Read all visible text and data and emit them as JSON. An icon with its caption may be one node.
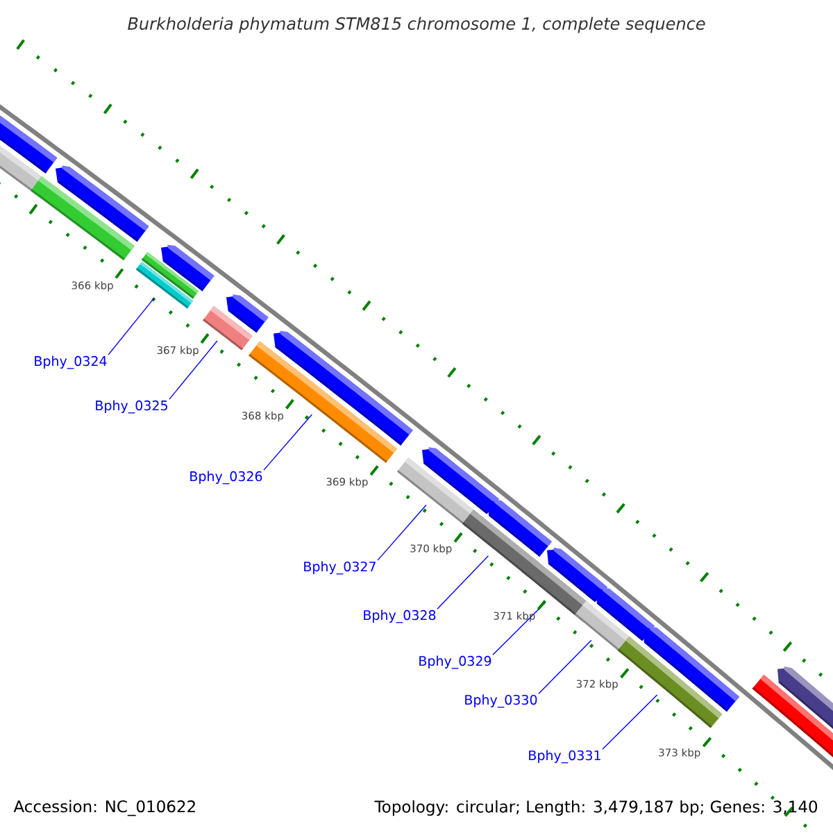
{
  "diagram": {
    "title": "Burkholderia phymatum STM815 chromosome 1, complete sequence",
    "nodes": [
      {
        "text": [
          "Bphy_0324"
        ]
      },
      {
        "text": [
          "Bphy_0325"
        ]
      },
      {
        "text": [
          "Bphy_0326"
        ]
      },
      {
        "text": [
          "Bphy_0327"
        ]
      },
      {
        "text": [
          "Bphy_0328"
        ]
      },
      {
        "text": [
          "Bphy_0329"
        ]
      },
      {
        "text": [
          "Bphy_0330"
        ]
      },
      {
        "text": [
          "Bphy_0331"
        ]
      },
      {
        "text": [],
        "shape": "bar"
      },
      {
        "text": [],
        "shape": "bar"
      },
      {
        "text": [],
        "shape": "bar"
      },
      {
        "text": [],
        "shape": "bar"
      },
      {
        "text": [],
        "shape": "bar"
      },
      {
        "text": [],
        "shape": "bar"
      },
      {
        "text": [],
        "shape": "bar"
      },
      {
        "text": [],
        "shape": "bar"
      }
    ],
    "edges": [
      {
        "from": 0,
        "to": 8,
        "arrow": "none"
      },
      {
        "from": 1,
        "to": 9,
        "arrow": "none"
      },
      {
        "from": 2,
        "to": 10,
        "arrow": "none"
      },
      {
        "from": 3,
        "to": 11,
        "arrow": "none"
      },
      {
        "from": 4,
        "to": 12,
        "arrow": "none"
      },
      {
        "from": 5,
        "to": 13,
        "arrow": "none"
      },
      {
        "from": 6,
        "to": 14,
        "arrow": "none"
      },
      {
        "from": 7,
        "to": 15,
        "arrow": "none"
      }
    ],
    "labels": [
      "366 kbp",
      "367 kbp",
      "368 kbp",
      "369 kbp",
      "370 kbp",
      "371 kbp",
      "372 kbp",
      "373 kbp",
      "Accession: NC_010622",
      "Topology: circular; Length: 3,479,187 bp; Genes: 3,140"
    ]
  }
}
